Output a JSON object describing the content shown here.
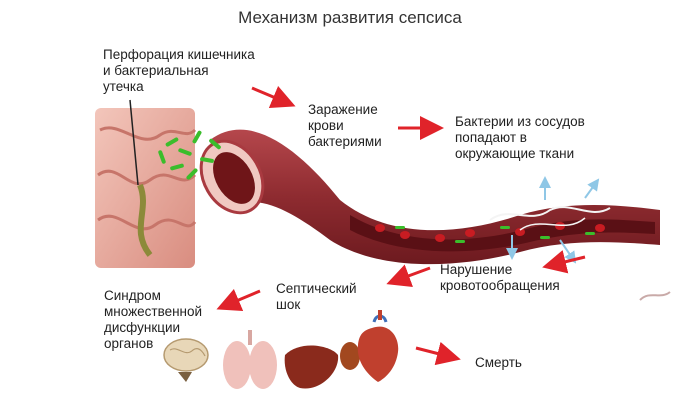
{
  "title": "Механизм развития сепсиса",
  "labels": {
    "perforation": "Перфорация кишечника\nи бактериальная\nутечка",
    "infection": "Заражение\nкрови\nбактериями",
    "bacteria_exit": "Бактерии из сосудов\nпопадают в\nокружающие ткани",
    "circulation": "Нарушение\nкровотообращения",
    "shock": "Септический\nшок",
    "syndrome": "Синдром\nмножественной\nдисфункции\nорганов",
    "death": "Смерть"
  },
  "colors": {
    "arrow": "#e0232a",
    "vessel": "#8e2b30",
    "vessel_inner": "#6f1518",
    "bacteria": "#3bbd2b",
    "blood_cell": "#c81c22",
    "tissue": "#e7a99c"
  },
  "icons": [
    "brain-icon",
    "lungs-icon",
    "liver-icon",
    "kidney-icon",
    "heart-icon"
  ]
}
